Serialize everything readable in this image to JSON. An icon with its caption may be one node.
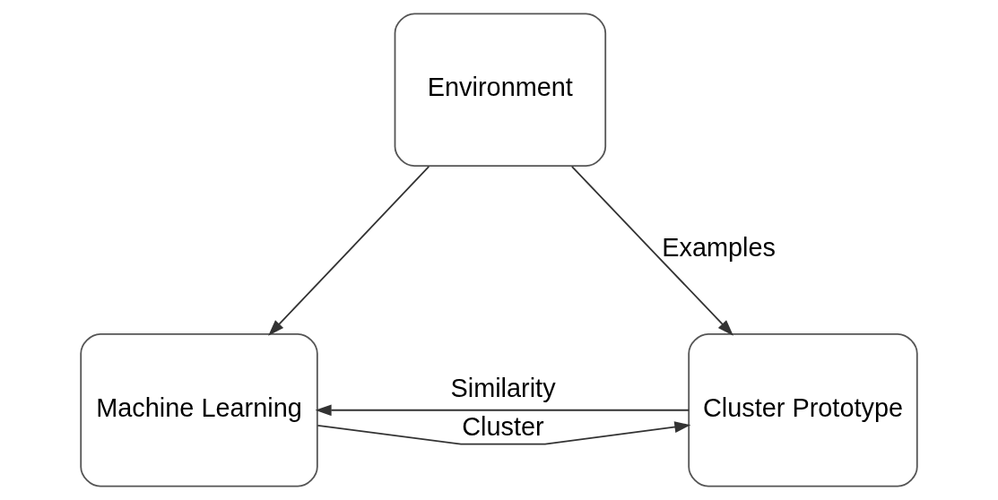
{
  "diagram": {
    "nodes": [
      {
        "text": [
          "Environment"
        ]
      },
      {
        "text": [
          "Machine Learning"
        ]
      },
      {
        "text": [
          "Cluster Prototype"
        ]
      }
    ],
    "edges": [
      {
        "from": 0,
        "to": 2,
        "arrow": "to",
        "label": "Examples"
      },
      {
        "from": 0,
        "to": 1,
        "arrow": "to"
      },
      {
        "from": 1,
        "to": 2,
        "arrow": "to",
        "label": "Cluster"
      },
      {
        "from": 2,
        "to": 1,
        "arrow": "to",
        "label": "Similarity"
      }
    ]
  }
}
